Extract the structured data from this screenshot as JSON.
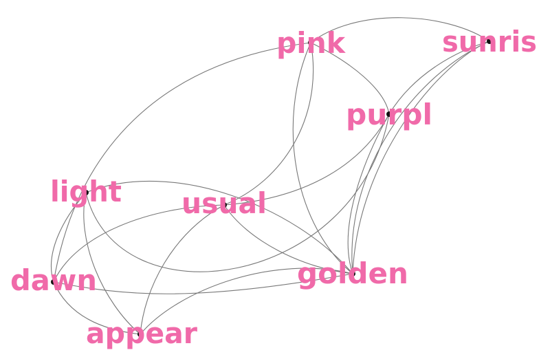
{
  "graph": {
    "label_color": "#f06aa9",
    "edge_color": "#777777",
    "node_color": "#111111",
    "nodes": [
      {
        "id": "pink",
        "label": "pink"
      },
      {
        "id": "sunris",
        "label": "sunris"
      },
      {
        "id": "purpl",
        "label": "purpl"
      },
      {
        "id": "light",
        "label": "light"
      },
      {
        "id": "usual",
        "label": "usual"
      },
      {
        "id": "dawn",
        "label": "dawn"
      },
      {
        "id": "golden",
        "label": "golden"
      },
      {
        "id": "appear",
        "label": "appear"
      }
    ],
    "edges": [
      [
        "pink",
        "sunris"
      ],
      [
        "pink",
        "purpl"
      ],
      [
        "pink",
        "usual"
      ],
      [
        "pink",
        "golden"
      ],
      [
        "pink",
        "dawn"
      ],
      [
        "light",
        "purpl"
      ],
      [
        "usual",
        "purpl"
      ],
      [
        "sunris",
        "purpl"
      ],
      [
        "sunris",
        "golden"
      ],
      [
        "purpl",
        "golden"
      ],
      [
        "light",
        "golden"
      ],
      [
        "light",
        "dawn"
      ],
      [
        "light",
        "appear"
      ],
      [
        "usual",
        "dawn"
      ],
      [
        "usual",
        "appear"
      ],
      [
        "usual",
        "golden"
      ],
      [
        "dawn",
        "golden"
      ],
      [
        "dawn",
        "appear"
      ],
      [
        "appear",
        "golden"
      ]
    ]
  }
}
